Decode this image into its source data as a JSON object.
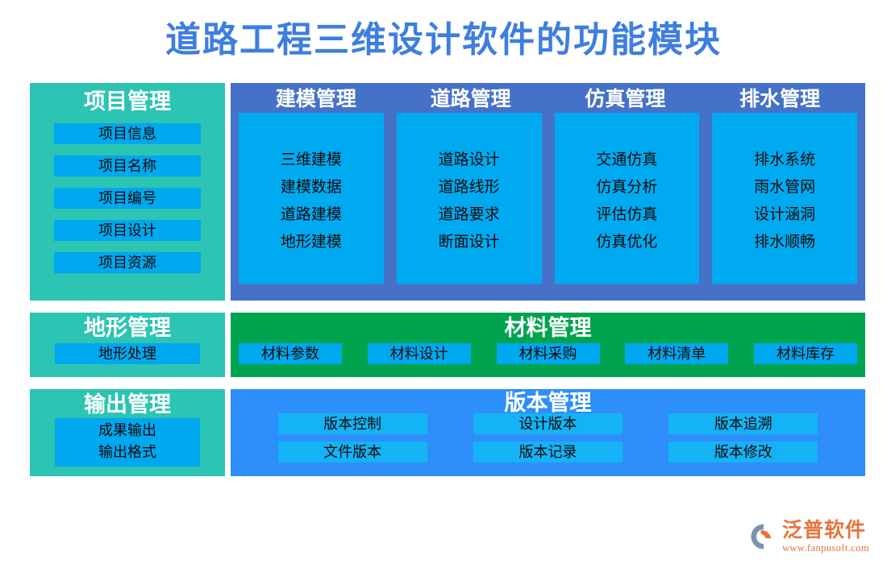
{
  "title": "道路工程三维设计软件的功能模块",
  "colors": {
    "title_blue": "#3d7ee0",
    "panel_teal": "#2cc4b2",
    "panel_blue": "#4572c8",
    "panel_green": "#00a44f",
    "panel_bottom_blue": "#2e8efa",
    "chip_blue": "#00a8ef",
    "card_blue": "#00aaf0",
    "logo_orange": "#e8743b"
  },
  "project": {
    "title": "项目管理",
    "items": [
      "项目信息",
      "项目名称",
      "项目编号",
      "项目设计",
      "项目资源"
    ]
  },
  "modules": [
    {
      "title": "建模管理",
      "items": [
        "三维建模",
        "建模数据",
        "道路建模",
        "地形建模"
      ]
    },
    {
      "title": "道路管理",
      "items": [
        "道路设计",
        "道路线形",
        "道路要求",
        "断面设计"
      ]
    },
    {
      "title": "仿真管理",
      "items": [
        "交通仿真",
        "仿真分析",
        "评估仿真",
        "仿真优化"
      ]
    },
    {
      "title": "排水管理",
      "items": [
        "排水系统",
        "雨水管网",
        "设计涵洞",
        "排水顺畅"
      ]
    }
  ],
  "terrain": {
    "title": "地形管理",
    "items": [
      "地形处理"
    ]
  },
  "material": {
    "title": "材料管理",
    "items": [
      "材料参数",
      "材料设计",
      "材料采购",
      "材料清单",
      "材料库存"
    ]
  },
  "output": {
    "title": "输出管理",
    "items": [
      "成果输出",
      "输出格式"
    ]
  },
  "version": {
    "title": "版本管理",
    "items": [
      "版本控制",
      "设计版本",
      "版本追溯",
      "文件版本",
      "版本记录",
      "版本修改"
    ]
  },
  "logo": {
    "brand": "泛普软件",
    "url": "www.fanpusoft.com",
    "mark": "fanpu-swoosh-icon"
  }
}
